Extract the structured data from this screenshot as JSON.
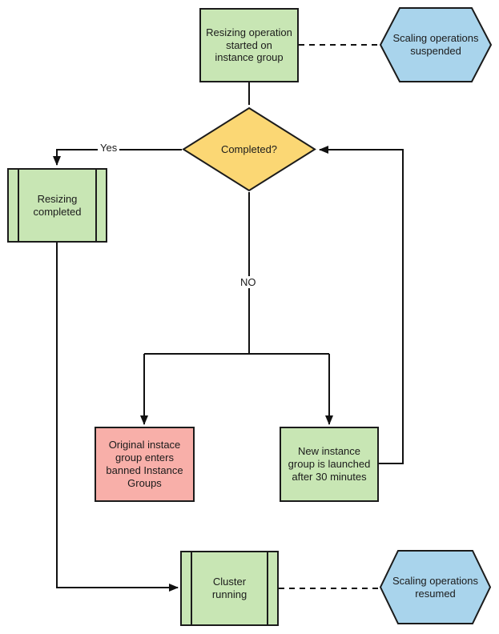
{
  "diagram": {
    "type": "flowchart",
    "colors": {
      "process_green": "#c8e6b4",
      "decision_yellow": "#fbd774",
      "error_red": "#f8afa9",
      "event_blue": "#a9d4ec",
      "stroke": "#1b1b1b",
      "background": "#ffffff"
    },
    "nodes": {
      "start": {
        "shape": "process",
        "label": "Resizing operation\nstarted on\ninstance group"
      },
      "suspended": {
        "shape": "hexagon",
        "label": "Scaling operations\nsuspended"
      },
      "completed": {
        "shape": "decision",
        "label": "Completed?"
      },
      "resizing_completed": {
        "shape": "predefined-process",
        "label": "Resizing\ncompleted"
      },
      "banned": {
        "shape": "process",
        "label": "Original instace\ngroup enters\nbanned Instance\nGroups"
      },
      "new_group": {
        "shape": "process",
        "label": "New instance\ngroup is launched\nafter 30 minutes"
      },
      "cluster_running": {
        "shape": "predefined-process",
        "label": "Cluster\nrunning"
      },
      "resumed": {
        "shape": "hexagon",
        "label": "Scaling operations\nresumed"
      }
    },
    "edge_labels": {
      "yes": "Yes",
      "no": "NO"
    }
  }
}
